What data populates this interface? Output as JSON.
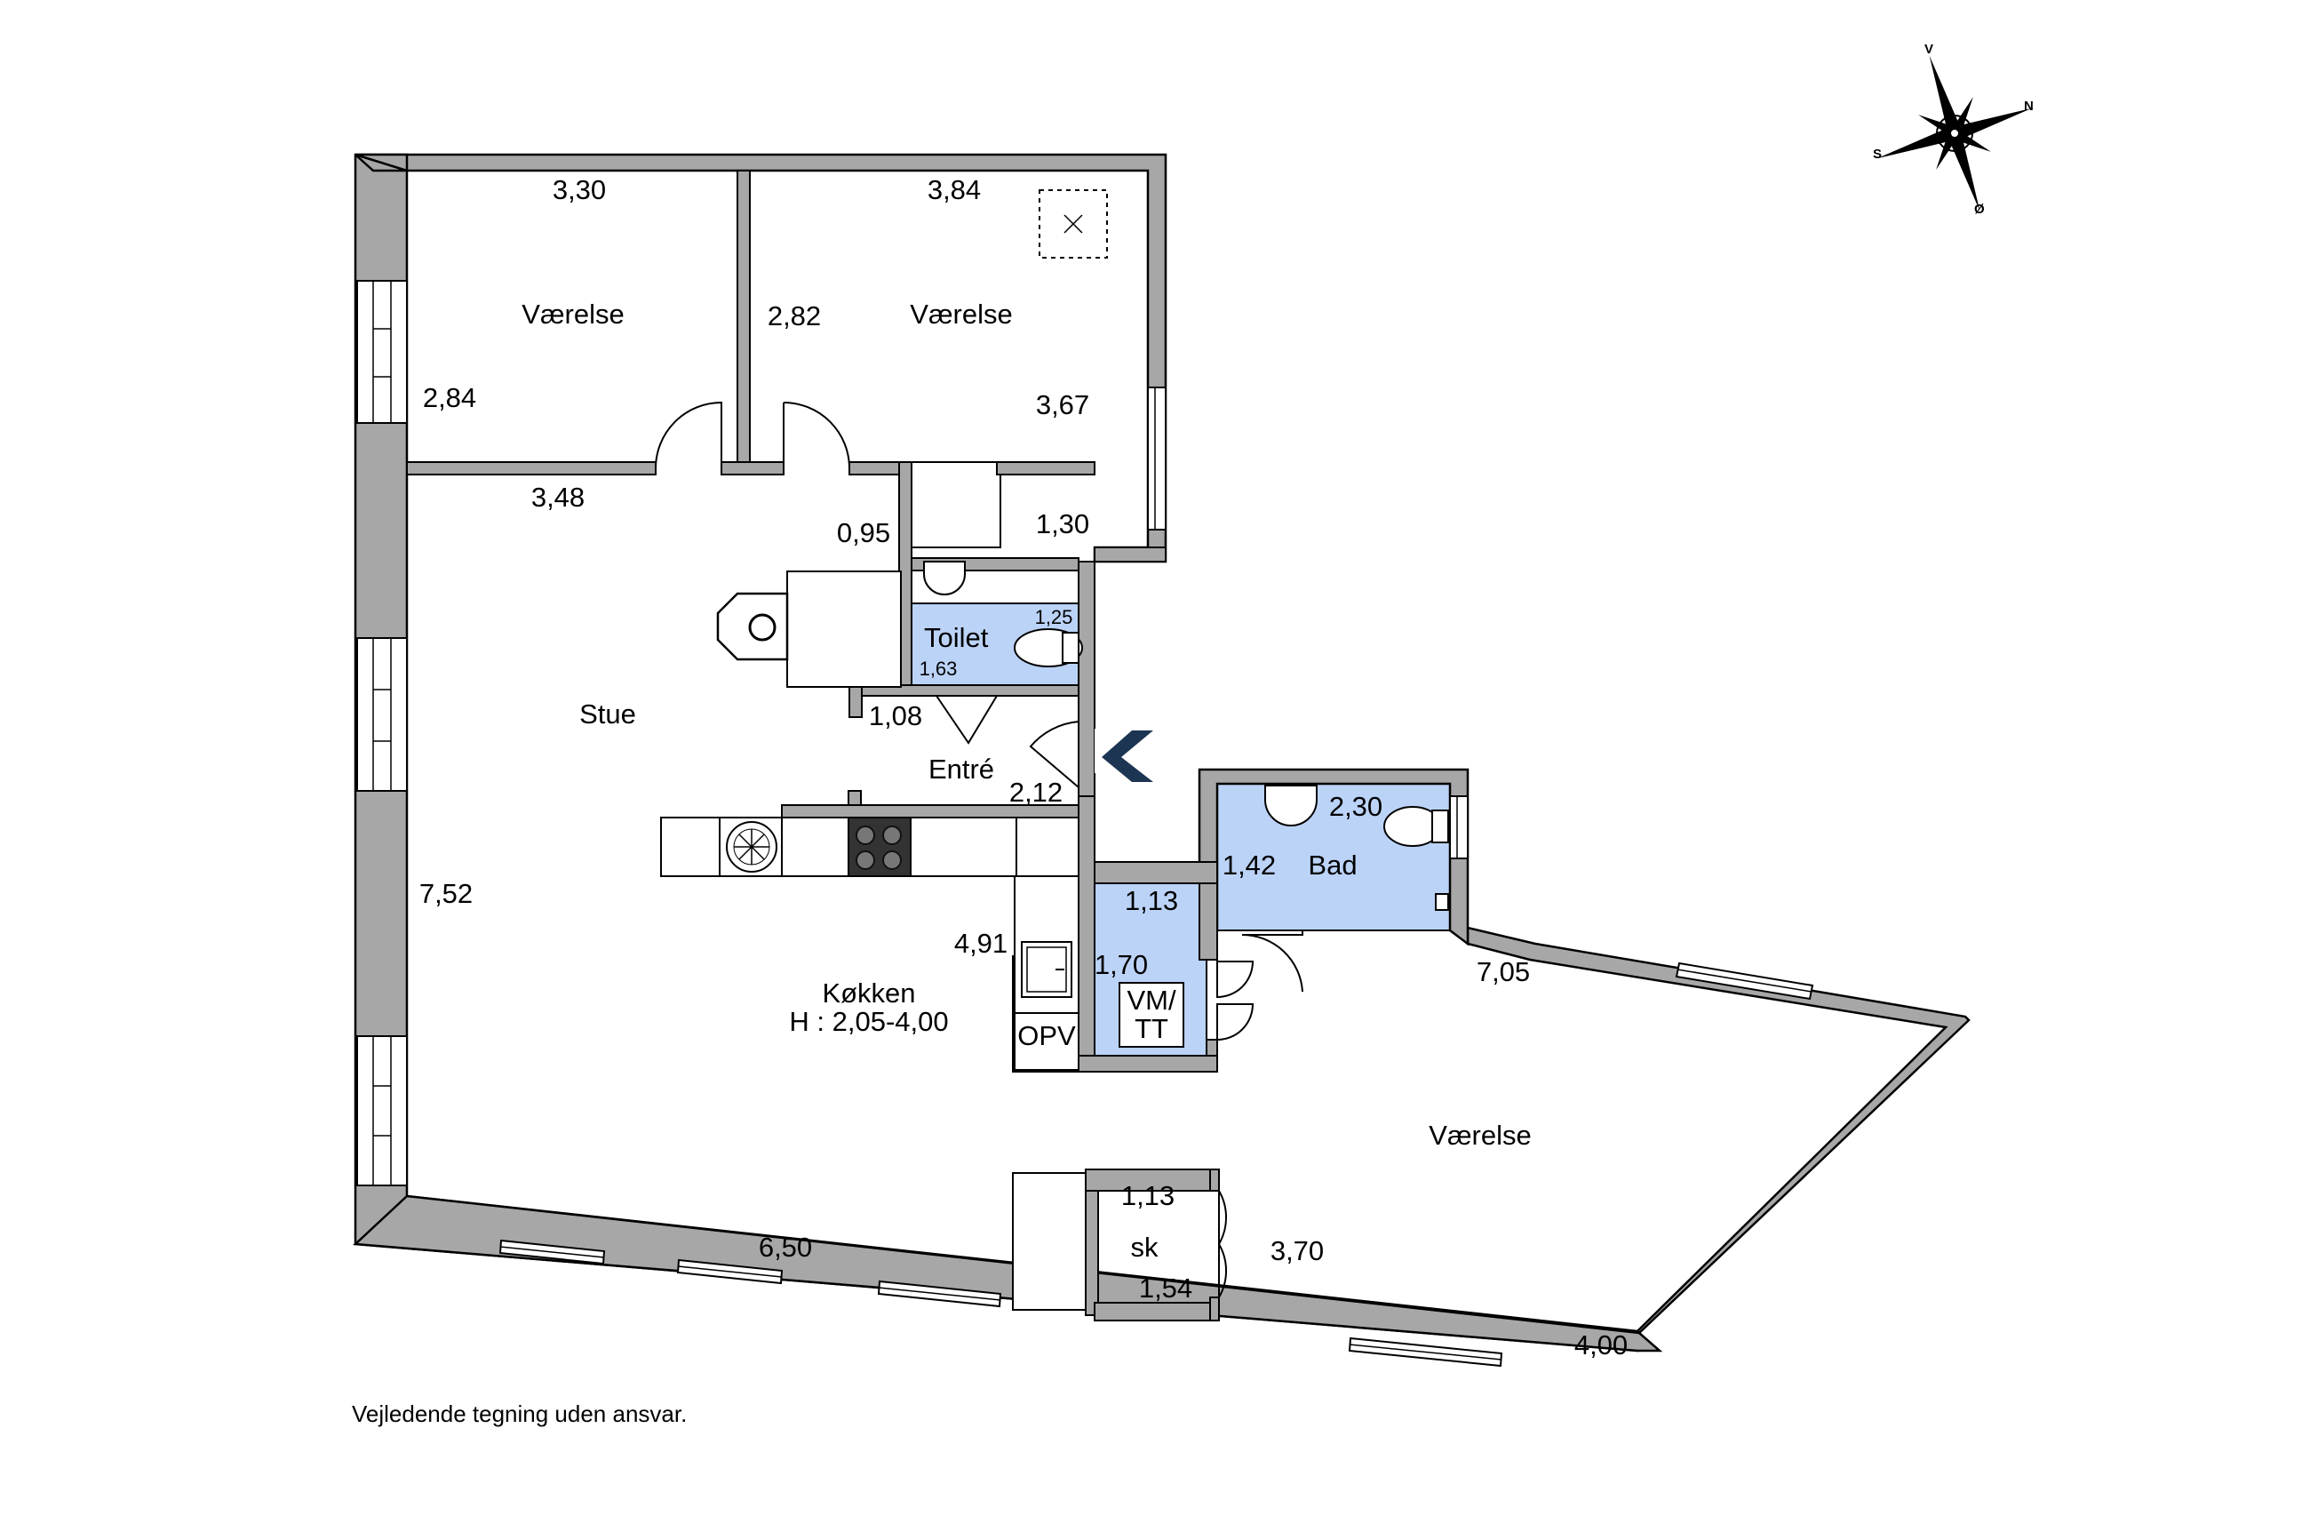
{
  "rooms": {
    "vaerelse_1": "Værelse",
    "vaerelse_2": "Værelse",
    "stue": "Stue",
    "toilet": "Toilet",
    "entre": "Entré",
    "bad": "Bad",
    "kokken": "Køkken",
    "kokken_height": "H : 2,05-4,00",
    "vaerelse_3": "Værelse",
    "skab": "sk"
  },
  "labels": {
    "opv": "OPV",
    "vm_line1": "VM/",
    "vm_line2": "TT"
  },
  "dimensions": {
    "r1_width": "3,30",
    "r1_height": "2,84",
    "r2_width": "3,84",
    "r2_left": "2,82",
    "r2_right": "3,67",
    "r2_bottom": "1,30",
    "stue_top": "3,48",
    "stue_step": "0,95",
    "toilet_width": "1,25",
    "toilet_height": "1,63",
    "hall_1": "1,08",
    "hall_2": "2,12",
    "bad_width": "2,30",
    "bad_height": "1,42",
    "vm_width": "1,13",
    "vm_height": "1,70",
    "kokken_side": "4,91",
    "stue_height": "7,52",
    "r3_top": "7,05",
    "sk_width": "1,13",
    "sk_height": "1,54",
    "sk_door": "3,70",
    "r3_bottom": "4,00",
    "south_wall": "6,50"
  },
  "compass": {
    "n": "N",
    "s": "S",
    "v": "V",
    "o": "Ø"
  },
  "disclaimer": "Vejledende tegning uden ansvar.",
  "colors": {
    "wet_room": "#bcd3f8",
    "wall": "#a7a7a7",
    "entrance_arrow": "#1c3553"
  }
}
